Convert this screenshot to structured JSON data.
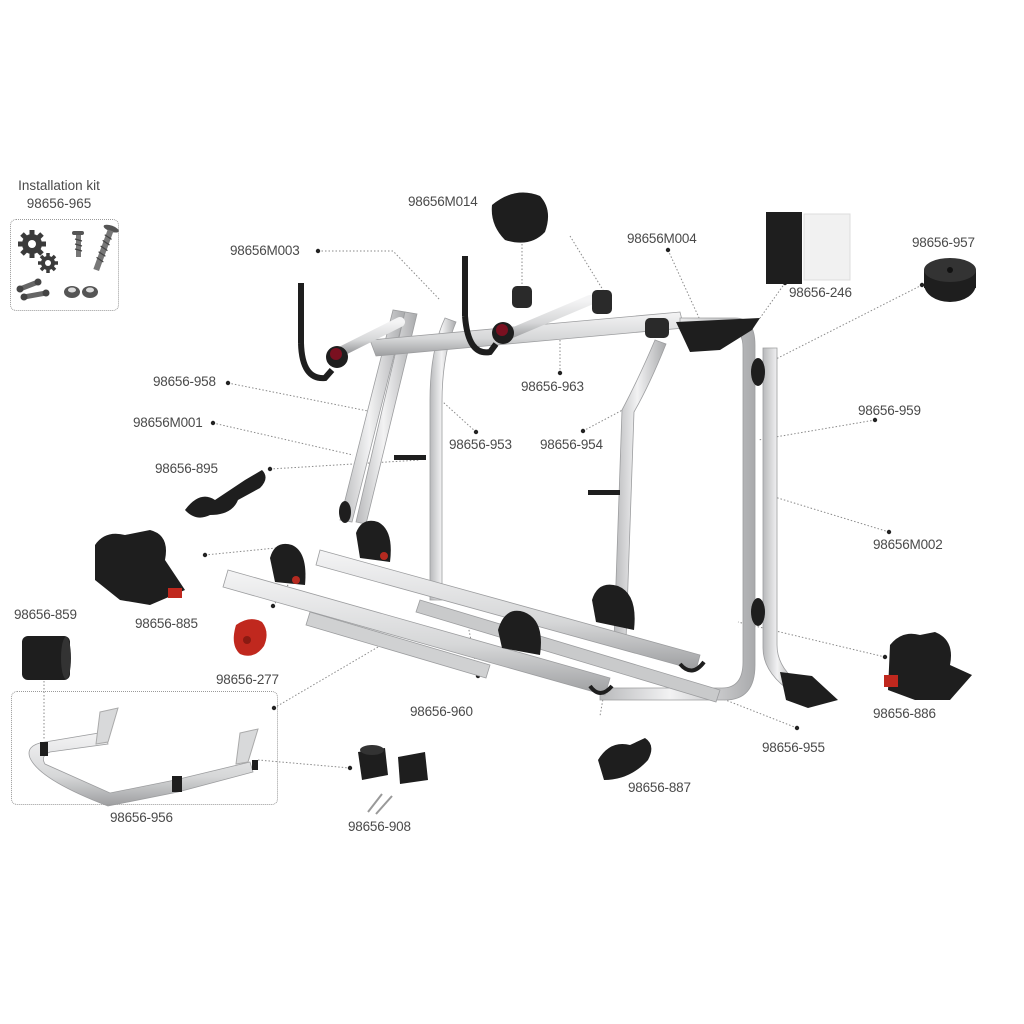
{
  "diagram": {
    "type": "exploded-parts-view",
    "subject": "rear bike carrier spare parts",
    "colors": {
      "label_text": "#4a4a4a",
      "leader_line": "#8a8a8a",
      "aluminium": "#d9dadb",
      "plastic_black": "#1e1e1e",
      "knob_red": "#c0281e",
      "background": "#ffffff"
    }
  },
  "installation_kit": {
    "title": "Installation kit",
    "part_number": "98656-965",
    "icons": [
      "gear-icon",
      "small-gear-icon",
      "screw-icon",
      "long-screw-icon",
      "chain-link-icon",
      "washer-icon",
      "washer-icon"
    ]
  },
  "parts": [
    {
      "id": "98656M014",
      "label": "98656M014"
    },
    {
      "id": "98656M003",
      "label": "98656M003"
    },
    {
      "id": "98656M004",
      "label": "98656M004"
    },
    {
      "id": "98656-246",
      "label": "98656-246"
    },
    {
      "id": "98656-957",
      "label": "98656-957"
    },
    {
      "id": "98656-958",
      "label": "98656-958"
    },
    {
      "id": "98656M001",
      "label": "98656M001"
    },
    {
      "id": "98656-895",
      "label": "98656-895"
    },
    {
      "id": "98656-963",
      "label": "98656-963"
    },
    {
      "id": "98656-953",
      "label": "98656-953"
    },
    {
      "id": "98656-954",
      "label": "98656-954"
    },
    {
      "id": "98656-959",
      "label": "98656-959"
    },
    {
      "id": "98656M002",
      "label": "98656M002"
    },
    {
      "id": "98656-885",
      "label": "98656-885"
    },
    {
      "id": "98656-859",
      "label": "98656-859"
    },
    {
      "id": "98656-277",
      "label": "98656-277"
    },
    {
      "id": "98656-960",
      "label": "98656-960"
    },
    {
      "id": "98656-886",
      "label": "98656-886"
    },
    {
      "id": "98656-955",
      "label": "98656-955"
    },
    {
      "id": "98656-887",
      "label": "98656-887"
    },
    {
      "id": "98656-956",
      "label": "98656-956"
    },
    {
      "id": "98656-908",
      "label": "98656-908"
    }
  ]
}
